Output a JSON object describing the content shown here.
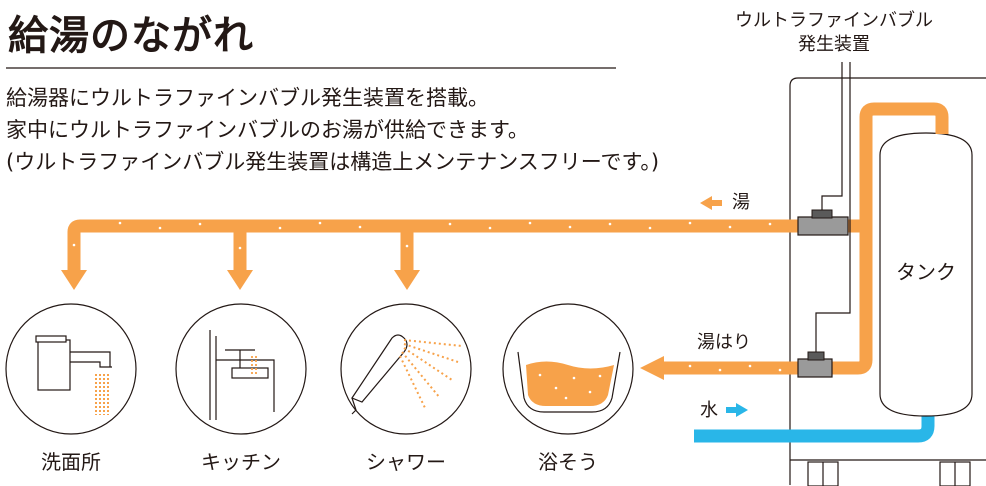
{
  "title": "給湯のながれ",
  "description": [
    "給湯器にウルトラファインバブル発生装置を搭載。",
    "家中にウルトラファインバブルのお湯が供給できます。",
    "(ウルトラファインバブル発生装置は構造上メンテナンスフリーです。)"
  ],
  "device_label": [
    "ウルトラファインバブル",
    "発生装置"
  ],
  "flow_labels": {
    "hot_water": "湯",
    "bath_fill": "湯はり",
    "water": "水"
  },
  "tank_label": "タンク",
  "places": [
    "洗面所",
    "キッチン",
    "シャワー",
    "浴そう"
  ],
  "colors": {
    "hot_water": "#f7a24a",
    "cold_water": "#29b6e8",
    "line": "#231815",
    "bubble": "#ffffff",
    "device": "#9a9a9a"
  },
  "icons": [
    "faucet-icon",
    "kitchen-sink-icon",
    "shower-head-icon",
    "bathtub-icon"
  ]
}
